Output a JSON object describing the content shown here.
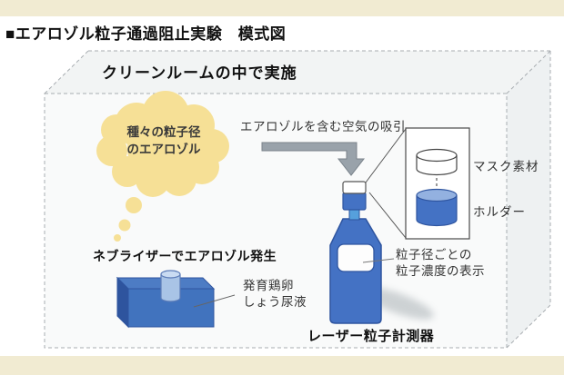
{
  "header": {
    "title": "■エアロゾル粒子通過阻止実験　模式図"
  },
  "room": {
    "label": "クリーンルームの中で実施"
  },
  "aerosol_cloud": {
    "line1": "種々の粒子径",
    "line2": "のエアロゾル"
  },
  "suction": {
    "label": "エアロゾルを含む空気の吸引"
  },
  "callout": {
    "mask_label": "マスク素材",
    "holder_label": "ホルダー"
  },
  "counter": {
    "display_line1": "粒子径ごとの",
    "display_line2": "粒子濃度の表示",
    "label": "レーザー粒子計測器"
  },
  "nebulizer": {
    "label": "ネブライザーでエアロゾル発生",
    "fluid_line1": "発育鶏卵",
    "fluid_line2": "しょう尿液"
  },
  "colors": {
    "band_cream": "#f1ebd2",
    "cloud_yellow": "#f6e096",
    "main_blue": "#4472c4",
    "blue_dark": "#2f55a0",
    "blue_light": "#93b1e0",
    "arrow_gray": "#99a2aa",
    "dash_gray": "#a8adb1"
  }
}
